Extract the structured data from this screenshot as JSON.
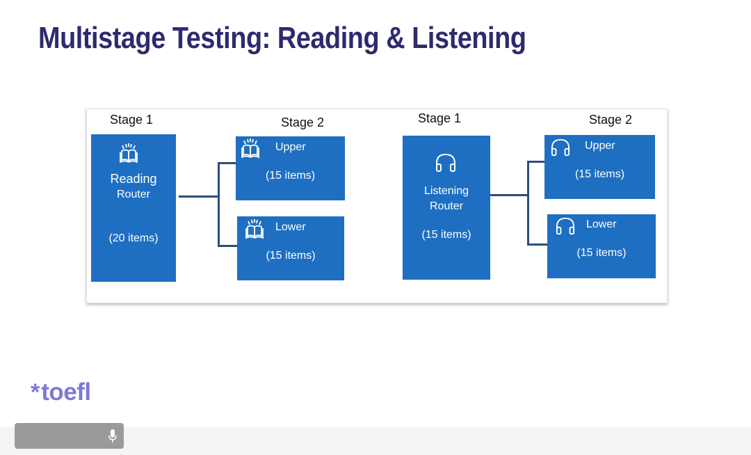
{
  "slide": {
    "title": "Multistage Testing: Reading & Listening"
  },
  "diagram": {
    "reading": {
      "stage1_label": "Stage 1",
      "stage2_label": "Stage 2",
      "router": {
        "title": "Reading",
        "subtitle": "Router",
        "items": "(20 items)",
        "icon": "open-book-icon"
      },
      "upper": {
        "label": "Upper",
        "items": "(15 items)",
        "icon": "open-book-icon"
      },
      "lower": {
        "label": "Lower",
        "items": "(15 items)",
        "icon": "open-book-icon"
      }
    },
    "listening": {
      "stage1_label": "Stage 1",
      "stage2_label": "Stage 2",
      "router": {
        "title": "Listening",
        "subtitle": "Router",
        "items": "(15 items)",
        "icon": "headphones-icon"
      },
      "upper": {
        "label": "Upper",
        "items": "(15 items)",
        "icon": "headphones-icon"
      },
      "lower": {
        "label": "Lower",
        "items": "(15 items)",
        "icon": "headphones-icon"
      }
    },
    "colors": {
      "box": "#1e6fc2",
      "connector": "#2b4e78",
      "title": "#2e2a6e"
    }
  },
  "logo": {
    "text": "toefl",
    "mark": "*"
  }
}
